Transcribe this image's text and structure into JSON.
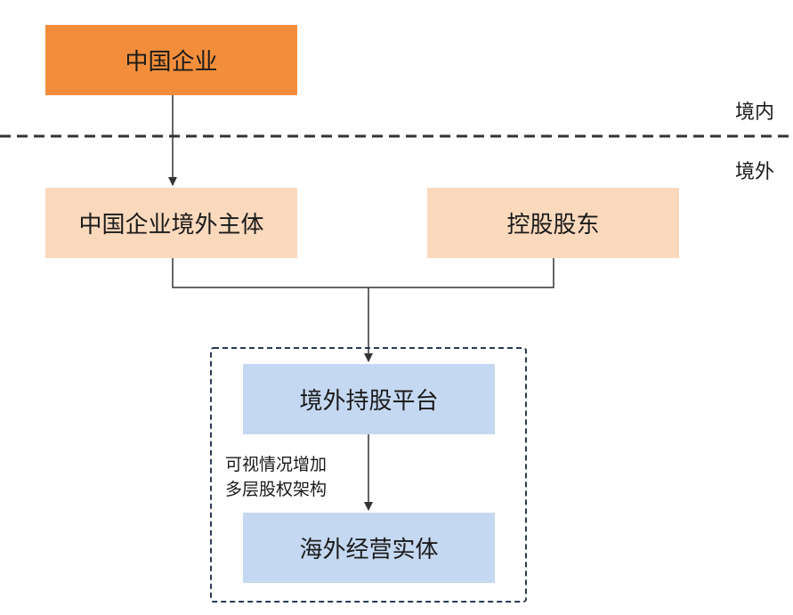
{
  "diagram": {
    "nodes": {
      "china_enterprise": "中国企业",
      "overseas_entity": "中国企业境外主体",
      "controlling_shareholder": "控股股东",
      "holding_platform": "境外持股平台",
      "operating_entity": "海外经营实体"
    },
    "region_labels": {
      "domestic": "境内",
      "overseas": "境外"
    },
    "note": {
      "line1": "可视情况增加",
      "line2": "多层股权架构"
    },
    "colors": {
      "china_enterprise": "#f28e3b",
      "overseas_nodes": "#fbd9bd",
      "platform_nodes": "#c5d8f1",
      "lines": "#333333"
    }
  }
}
